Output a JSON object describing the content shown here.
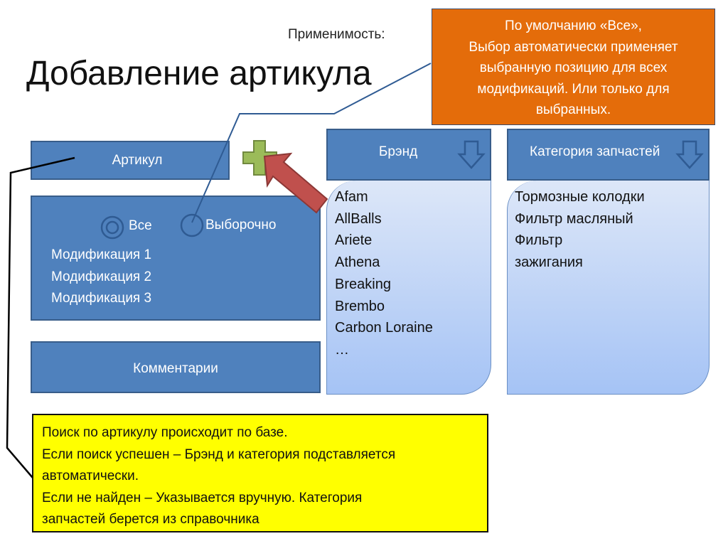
{
  "header": {
    "applicability_label": "Применимость:",
    "title": "Добавление артикула"
  },
  "callout": {
    "lines": [
      "По умолчанию «Все»,",
      "Выбор автоматически применяет",
      "выбранную позицию для всех",
      "модификаций. Или только для",
      "выбранных."
    ],
    "color": "#e46c0a"
  },
  "article_field": {
    "label": "Артикул"
  },
  "modifications": {
    "option_all": "Все",
    "option_selective": "Выборочно",
    "selected": "Все",
    "items": [
      "Модификация 1",
      "Модификация 2",
      "Модификация 3"
    ]
  },
  "comments": {
    "label": "Комментарии"
  },
  "brand": {
    "header": "Брэнд",
    "items": [
      "Afam",
      "AllBalls",
      "Ariete",
      "Athena",
      "Breaking",
      "Brembo",
      "Carbon Loraine",
      "…"
    ]
  },
  "category": {
    "header": "Категория запчастей",
    "items": [
      "Тормозные колодки",
      "Фильтр масляный",
      "Фильтр",
      "зажигания"
    ]
  },
  "note": {
    "lines": [
      "Поиск по артикулу происходит по базе.",
      "Если поиск успешен – Брэнд и категория подставляется",
      "автоматически.",
      "Если не найден – Указывается вручную. Категория",
      "запчастей берется из справочника"
    ],
    "color": "#ffff00"
  },
  "colors": {
    "field_blue": "#4f81bd",
    "add_green": "#9bbb59",
    "arrow_red": "#c0504d"
  },
  "icons": {
    "add": "plus-icon",
    "dropdown": "arrow-down-icon",
    "pointer": "arrow-icon"
  }
}
